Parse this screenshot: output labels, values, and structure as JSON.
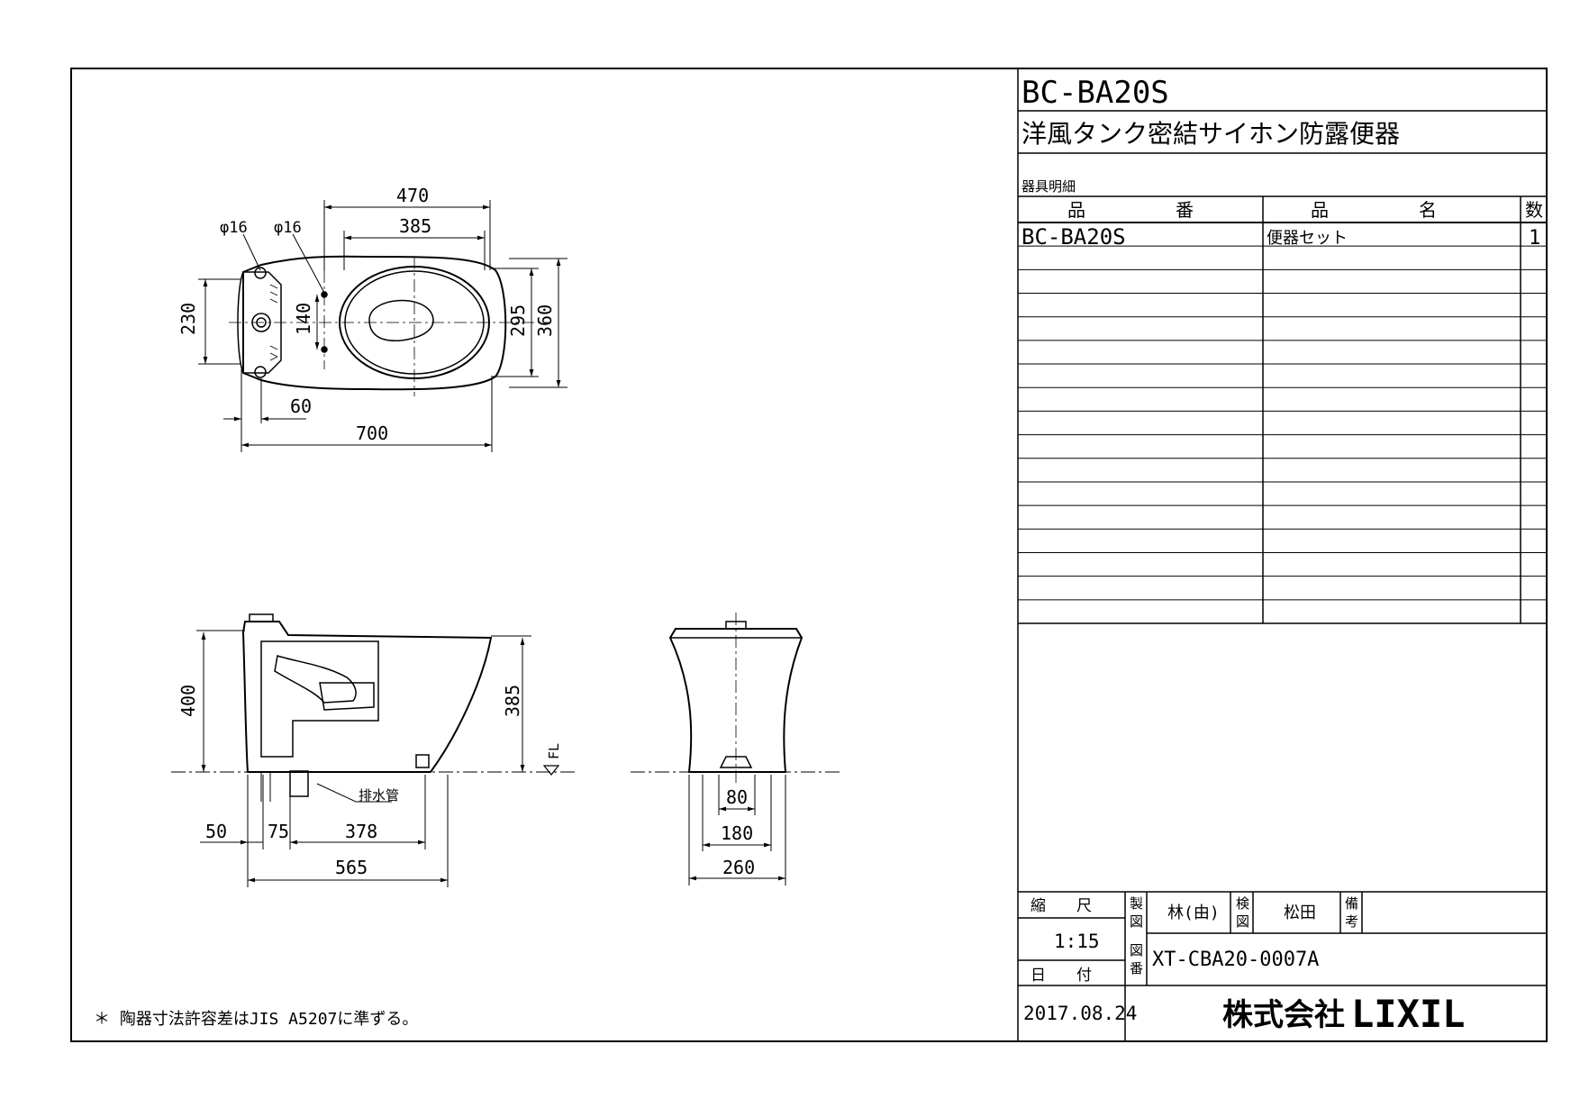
{
  "drawing": {
    "title_block": {
      "product_code": "BC-BA20S",
      "product_name": "洋風タンク密結サイホン防露便器",
      "section_label": "器具明細",
      "columns": {
        "part_no": "品　　　　　番",
        "part_name": "品　　　　　名",
        "qty": "数"
      },
      "rows": [
        {
          "part_no": "BC-BA20S",
          "part_name": "便器セット",
          "qty": "1"
        }
      ],
      "empty_rows": 14,
      "scale_label": "縮　　尺",
      "scale": "1:15",
      "date_label": "日　　付",
      "date": "2017.08.24",
      "drafted_label": "製図",
      "drafted_by": "林(由)",
      "checked_label": "検図",
      "checked_by": "松田",
      "remarks_label": "備考",
      "drawing_no_label": "図番",
      "drawing_no": "XT-CBA20-0007A",
      "company": "株式会社",
      "brand": "LIXIL"
    },
    "note": "＊ 陶器寸法許容差はJIS A5207に準ずる。",
    "top_view": {
      "dims": {
        "overall_length": "700",
        "bowl_length": "470",
        "seat_length": "385",
        "width": "360",
        "bowl_width": "295",
        "tank_width": "230",
        "bolt_spacing": "140",
        "offset": "60",
        "hole_left": "φ16",
        "hole_right": "φ16"
      }
    },
    "side_view": {
      "dims": {
        "height": "400",
        "bowl_height": "385",
        "d50": "50",
        "d75": "75",
        "d378": "378",
        "base_length": "565"
      },
      "drain_label": "排水管",
      "floor_label": "FL"
    },
    "front_view": {
      "dims": {
        "d80": "80",
        "d180": "180",
        "d260": "260"
      }
    }
  }
}
